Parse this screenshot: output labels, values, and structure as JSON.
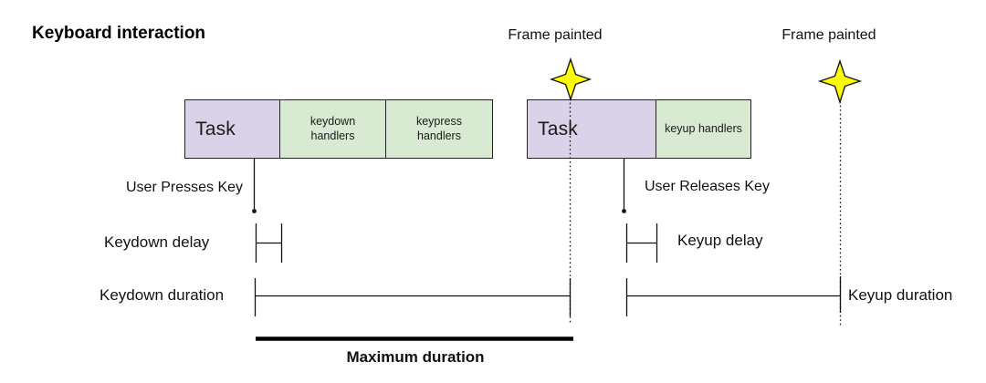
{
  "title": "Keyboard interaction",
  "colors": {
    "task_fill": "#d9d2e9",
    "handler_fill": "#d9ead3",
    "star_fill": "#ffff00",
    "line": "#111111"
  },
  "frame_markers": [
    {
      "label": "Frame painted"
    },
    {
      "label": "Frame painted"
    }
  ],
  "keydown_phase": {
    "task_label": "Task",
    "handler_boxes": [
      "keydown handlers",
      "keypress handlers"
    ],
    "event_label": "User Presses Key",
    "delay_label": "Keydown delay",
    "duration_label": "Keydown duration"
  },
  "keyup_phase": {
    "task_label": "Task",
    "handler_boxes": [
      "keyup handlers"
    ],
    "event_label": "User Releases Key",
    "delay_label": "Keyup delay",
    "duration_label": "Keyup duration"
  },
  "maximum_duration_label": "Maximum duration"
}
